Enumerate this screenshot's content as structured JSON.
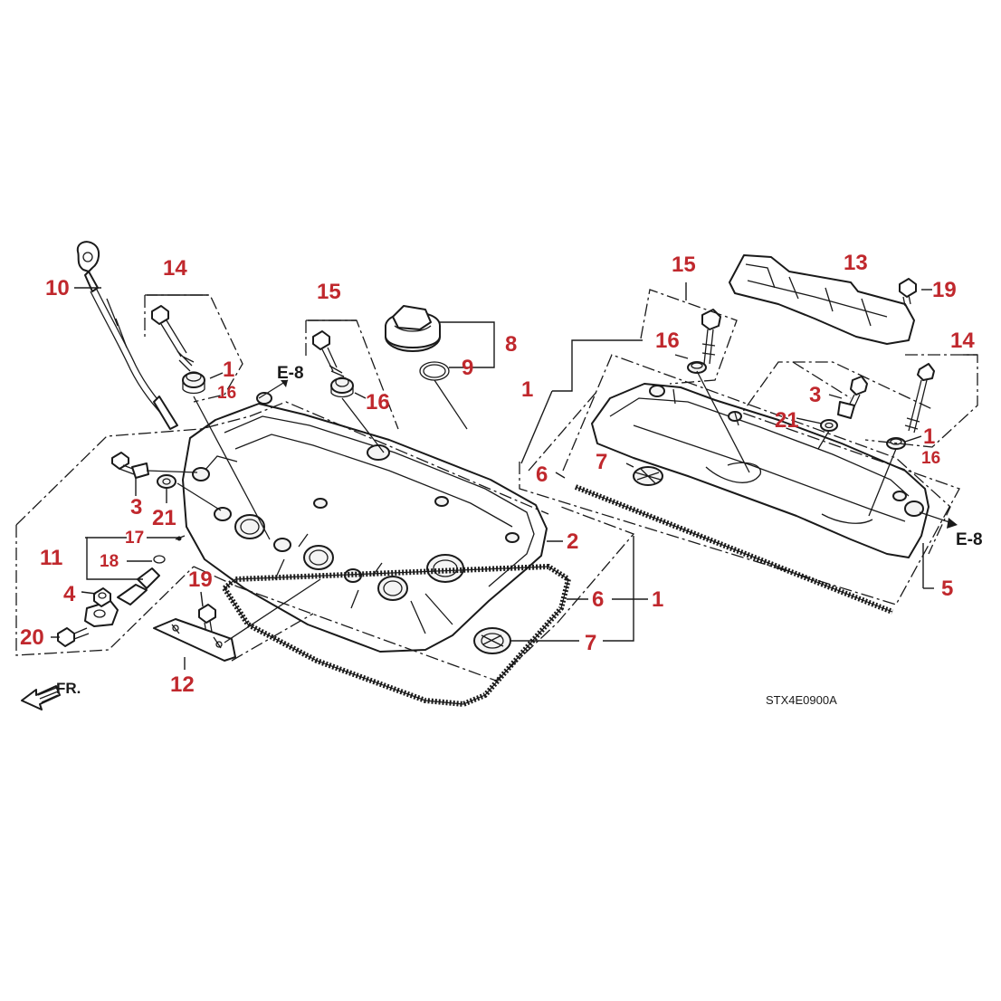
{
  "diagram": {
    "drawing_code": "STX4E0900A",
    "direction_label": "FR.",
    "ref_labels": [
      "E-8",
      "E-8"
    ],
    "callouts": [
      {
        "id": "c-10",
        "text": "10"
      },
      {
        "id": "c-14-left",
        "text": "14"
      },
      {
        "id": "c-1-a",
        "text": "1"
      },
      {
        "id": "c-16-a",
        "text": "16"
      },
      {
        "id": "c-15-left",
        "text": "15"
      },
      {
        "id": "c-16-b",
        "text": "16"
      },
      {
        "id": "c-8",
        "text": "8"
      },
      {
        "id": "c-9",
        "text": "9"
      },
      {
        "id": "c-3-left",
        "text": "3"
      },
      {
        "id": "c-21-left",
        "text": "21"
      },
      {
        "id": "c-17",
        "text": "17"
      },
      {
        "id": "c-11",
        "text": "11"
      },
      {
        "id": "c-18",
        "text": "18"
      },
      {
        "id": "c-4",
        "text": "4"
      },
      {
        "id": "c-20",
        "text": "20"
      },
      {
        "id": "c-19-left",
        "text": "19"
      },
      {
        "id": "c-12",
        "text": "12"
      },
      {
        "id": "c-2",
        "text": "2"
      },
      {
        "id": "c-6-left",
        "text": "6"
      },
      {
        "id": "c-1-b",
        "text": "1"
      },
      {
        "id": "c-7-left",
        "text": "7"
      },
      {
        "id": "c-15-right",
        "text": "15"
      },
      {
        "id": "c-13",
        "text": "13"
      },
      {
        "id": "c-19-right",
        "text": "19"
      },
      {
        "id": "c-14-right",
        "text": "14"
      },
      {
        "id": "c-16-c",
        "text": "16"
      },
      {
        "id": "c-1-c",
        "text": "1"
      },
      {
        "id": "c-3-right",
        "text": "3"
      },
      {
        "id": "c-21-right",
        "text": "21"
      },
      {
        "id": "c-1-d",
        "text": "1"
      },
      {
        "id": "c-16-d",
        "text": "16"
      },
      {
        "id": "c-6-right",
        "text": "6"
      },
      {
        "id": "c-7-right",
        "text": "7"
      },
      {
        "id": "c-5",
        "text": "5"
      }
    ]
  }
}
